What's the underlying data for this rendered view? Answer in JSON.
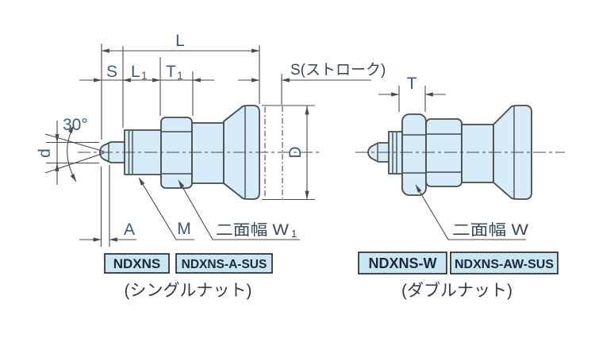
{
  "colors": {
    "part_fill": "#d6edf9",
    "line": "#4a4a4a",
    "dim_label": "#3a5a80",
    "kanji_label": "#33475e",
    "box_fill": "#c9e6f4",
    "box_border": "#1e1e1e",
    "box_text": "#1b2838"
  },
  "left": {
    "dim_total_length": "L",
    "dim_stroke": "S",
    "dim_l1": {
      "base": "L",
      "sub": "1"
    },
    "dim_t1": {
      "base": "T",
      "sub": "1"
    },
    "stroke_note": "S(ストローク)",
    "tip_angle": "30°",
    "pin_diameter": "d",
    "knob_diameter": "D",
    "tip_length": "A",
    "thread_size": "M",
    "width_across_flats": {
      "base": "二面幅 W",
      "sub": "1"
    },
    "models": [
      "NDXNS",
      "NDXNS-A-SUS"
    ],
    "caption": "(シングルナット)"
  },
  "right": {
    "nut_thickness": "T",
    "width_across_flats": "二面幅 W",
    "models": [
      "NDXNS-W",
      "NDXNS-AW-SUS"
    ],
    "caption": "(ダブルナット)"
  }
}
